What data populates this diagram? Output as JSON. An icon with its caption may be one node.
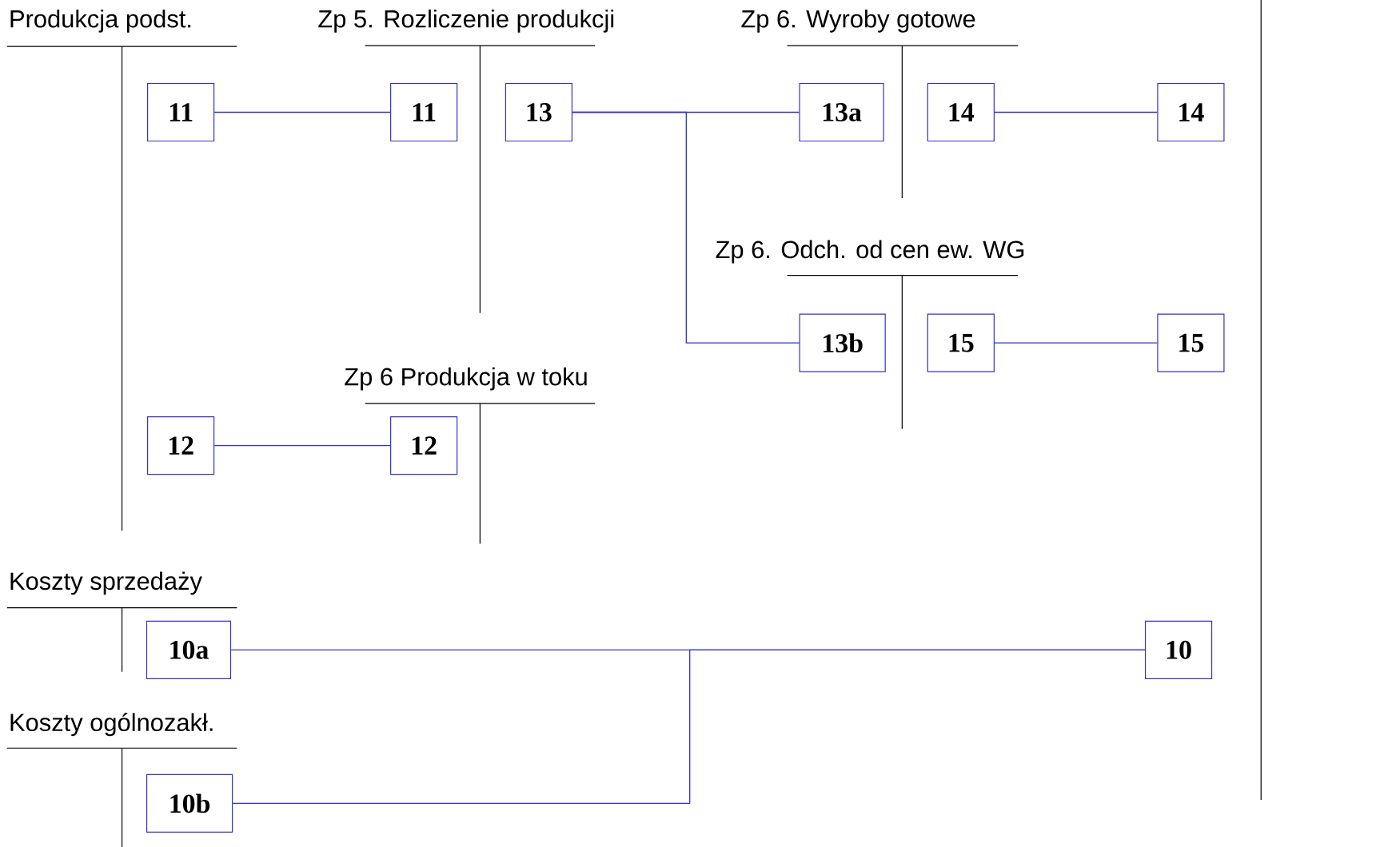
{
  "diagram": {
    "nodes": [
      {
        "text": [
          "11"
        ]
      },
      {
        "text": [
          "11"
        ]
      },
      {
        "text": [
          "13"
        ]
      },
      {
        "text": [
          "13a"
        ]
      },
      {
        "text": [
          "14"
        ]
      },
      {
        "text": [
          "14"
        ]
      },
      {
        "text": [
          "13b"
        ]
      },
      {
        "text": [
          "15"
        ]
      },
      {
        "text": [
          "15"
        ]
      },
      {
        "text": [
          "12"
        ]
      },
      {
        "text": [
          "12"
        ]
      },
      {
        "text": [
          "10a"
        ]
      },
      {
        "text": [
          "10"
        ]
      },
      {
        "text": [
          "10b"
        ]
      }
    ],
    "edges": [
      {
        "from": 0,
        "to": 1,
        "arrow": "none"
      },
      {
        "from": 2,
        "to": 3,
        "arrow": "none"
      },
      {
        "from": 2,
        "to": 6,
        "arrow": "none"
      },
      {
        "from": 4,
        "to": 5,
        "arrow": "none"
      },
      {
        "from": 7,
        "to": 8,
        "arrow": "none"
      },
      {
        "from": 9,
        "to": 10,
        "arrow": "none"
      },
      {
        "from": 11,
        "to": 12,
        "arrow": "none"
      },
      {
        "from": 13,
        "to": 12,
        "arrow": "none"
      }
    ],
    "labels": [
      "Produkcja podst.",
      "Zp 5. Rozliczenie produkcji",
      "Zp 6. Wyroby gotowe",
      "Zp 6. Odch. od cen ew. WG",
      "Zp 6 Produkcja w toku",
      "Koszty sprzedaży",
      "Koszty ogólnozakł."
    ]
  }
}
